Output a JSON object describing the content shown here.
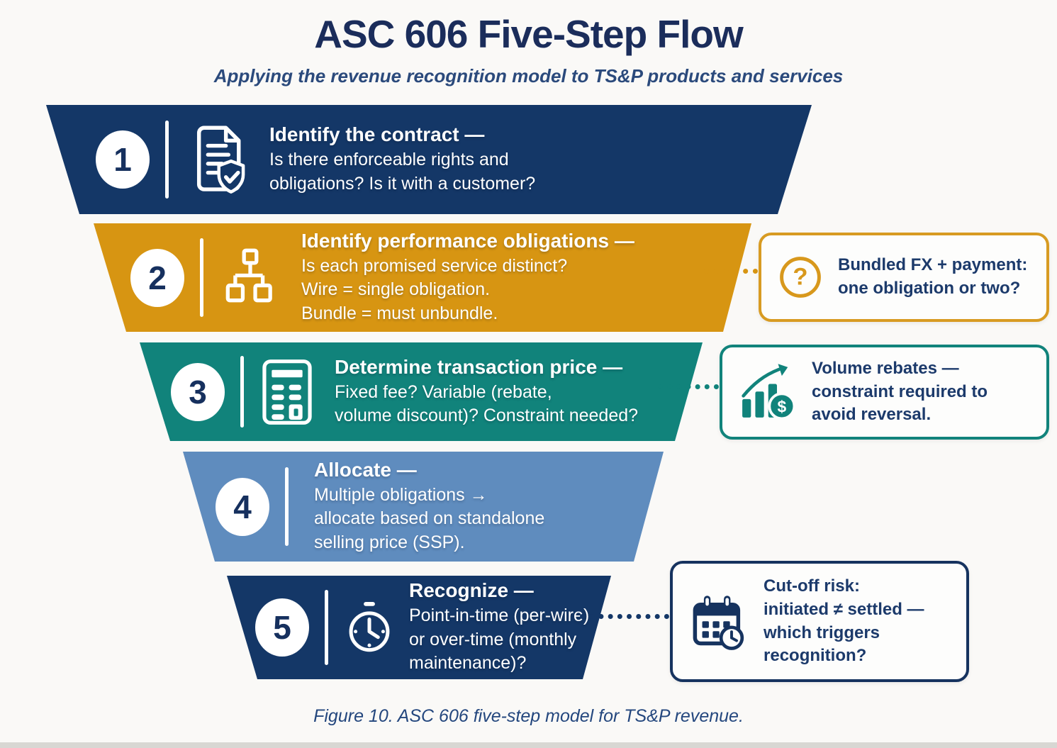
{
  "title": "ASC 606 Five-Step Flow",
  "subtitle": "Applying the revenue recognition model to TS&P products and services",
  "caption": "Figure 10. ASC 606 five-step model for TS&P revenue.",
  "colors": {
    "navy": "#143767",
    "gold": "#d79512",
    "teal": "#11837b",
    "steel_blue": "#5f8cbe",
    "callout_text": "#1c3a6b",
    "background": "#faf9f7"
  },
  "steps": [
    {
      "number": "1",
      "icon": "document-shield-icon",
      "heading": "Identify the contract —",
      "lines": [
        "Is there enforceable rights and",
        "obligations? Is it with a customer?"
      ]
    },
    {
      "number": "2",
      "icon": "hierarchy-icon",
      "heading": "Identify performance obligations —",
      "lines": [
        "Is each promised service distinct?",
        "Wire = single obligation.",
        "Bundle = must unbundle."
      ]
    },
    {
      "number": "3",
      "icon": "calculator-icon",
      "heading": "Determine transaction price —",
      "lines": [
        "Fixed fee? Variable (rebate,",
        "volume discount)? Constraint needed?"
      ]
    },
    {
      "number": "4",
      "icon": null,
      "heading": "Allocate —",
      "lines": [
        "Multiple obligations →",
        "allocate based on standalone",
        "selling price (SSP)."
      ]
    },
    {
      "number": "5",
      "icon": "clock-icon",
      "heading": "Recognize —",
      "lines": [
        "Point-in-time (per-wire)",
        "or over-time (monthly",
        "maintenance)?"
      ]
    }
  ],
  "callouts": [
    {
      "icon": "question-circle-icon",
      "accent": "#d89b22",
      "lines": [
        "Bundled FX + payment:",
        "one obligation or two?"
      ]
    },
    {
      "icon": "chart-coin-icon",
      "accent": "#11837b",
      "lines": [
        "Volume rebates —",
        "constraint required to",
        "avoid reversal."
      ]
    },
    {
      "icon": "calendar-clock-icon",
      "accent": "#16335f",
      "lines": [
        "Cut-off risk:",
        "initiated ≠ settled —",
        "which triggers",
        "recognition?"
      ]
    }
  ]
}
